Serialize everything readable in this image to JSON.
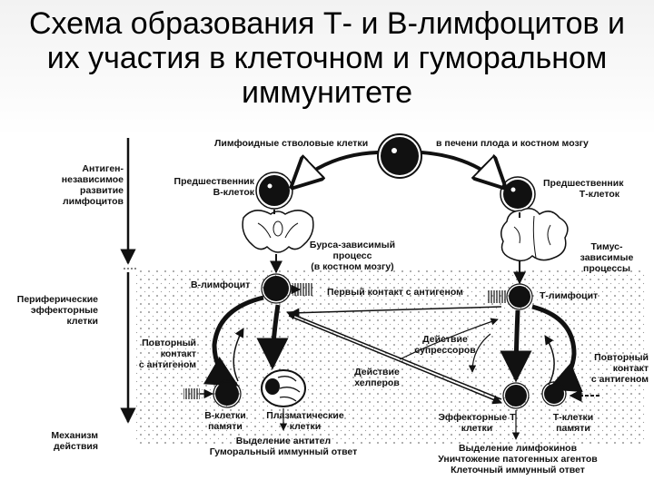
{
  "title": {
    "line1": "Схема образования Т- и В-лимфоцитов и",
    "line2": "их участия в клеточном и гуморальном",
    "line3": "иммунитете"
  },
  "left_column": {
    "antigen_independent": [
      "Антиген-",
      "независимое",
      "развитие",
      "лимфоцитов"
    ],
    "peripheral_cells": [
      "Периферические",
      "эффекторные",
      "клетки"
    ],
    "mechanism": [
      "Механизм",
      "действия"
    ]
  },
  "labels": {
    "stem_cells": "Лимфоидные стволовые клетки",
    "stem_location": "в печени плода и костном мозгу",
    "b_precursor": [
      "Предшественник",
      "В-клеток"
    ],
    "t_precursor": [
      "Предшественник",
      "Т-клеток"
    ],
    "bursa_process": [
      "Бурса-зависимый",
      "процесс",
      "(в костном мозгу)"
    ],
    "thymus_process": [
      "Тимус-",
      "зависимые",
      "процессы"
    ],
    "b_lymphocyte": "В-лимфоцит",
    "t_lymphocyte": "Т-лимфоцит",
    "first_contact": "Первый контакт с антигеном",
    "repeat_contact_left": [
      "Повторный",
      "контакт",
      "с антигеном"
    ],
    "repeat_contact_right": [
      "Повторный",
      "контакт",
      "с антигеном"
    ],
    "suppressor_action": [
      "Действие",
      "супрессоров"
    ],
    "helper_action": [
      "Действие",
      "хелперов"
    ],
    "b_memory": [
      "В-клетки",
      "памяти"
    ],
    "plasma_cells": [
      "Плазматические",
      "клетки"
    ],
    "effector_t": [
      "Эффекторные Т",
      "клетки"
    ],
    "t_memory": [
      "Т-клетки",
      "памяти"
    ],
    "humoral_effect": [
      "Выделение антител",
      "Гуморальный иммунный ответ"
    ],
    "cellular_effect": [
      "Выделение лимфокинов",
      "Уничтожение патогенных агентов",
      "Клеточный иммунный ответ"
    ]
  }
}
